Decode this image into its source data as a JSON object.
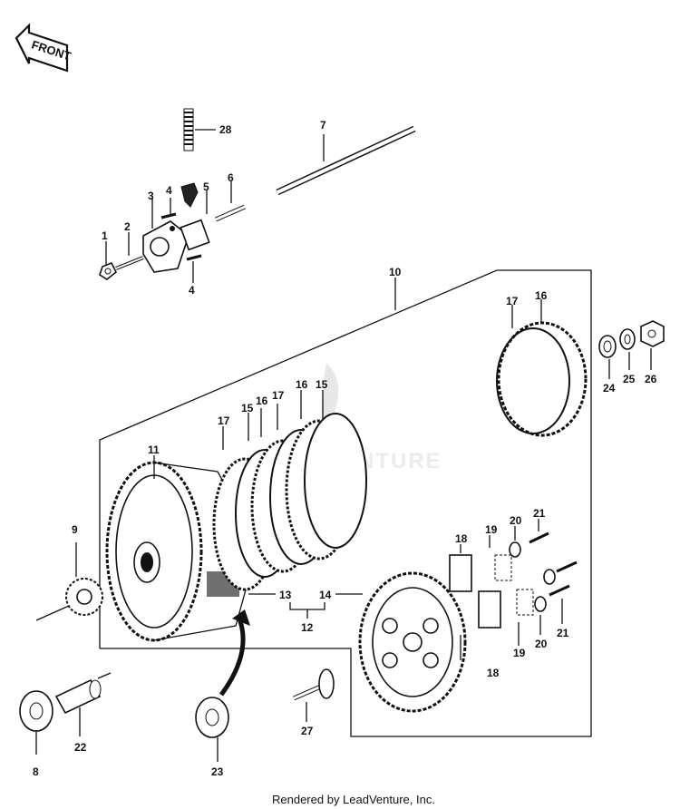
{
  "front_label": "FRONT",
  "watermark": "NTURE",
  "credit": "Rendered by LeadVenture, Inc.",
  "callouts": {
    "c1": "1",
    "c2": "2",
    "c3": "3",
    "c4a": "4",
    "c4b": "4",
    "c5": "5",
    "c6": "6",
    "c7": "7",
    "c8": "8",
    "c9": "9",
    "c10": "10",
    "c11": "11",
    "c12": "12",
    "c13": "13",
    "c14": "14",
    "c15a": "15",
    "c15b": "15",
    "c16a": "16",
    "c16b": "16",
    "c16c": "16",
    "c17a": "17",
    "c17b": "17",
    "c17c": "17",
    "c18a": "18",
    "c18b": "18",
    "c19a": "19",
    "c19b": "19",
    "c20a": "20",
    "c20b": "20",
    "c21a": "21",
    "c21b": "21",
    "c22": "22",
    "c23": "23",
    "c24": "24",
    "c25": "25",
    "c26": "26",
    "c27": "27",
    "c28": "28"
  }
}
